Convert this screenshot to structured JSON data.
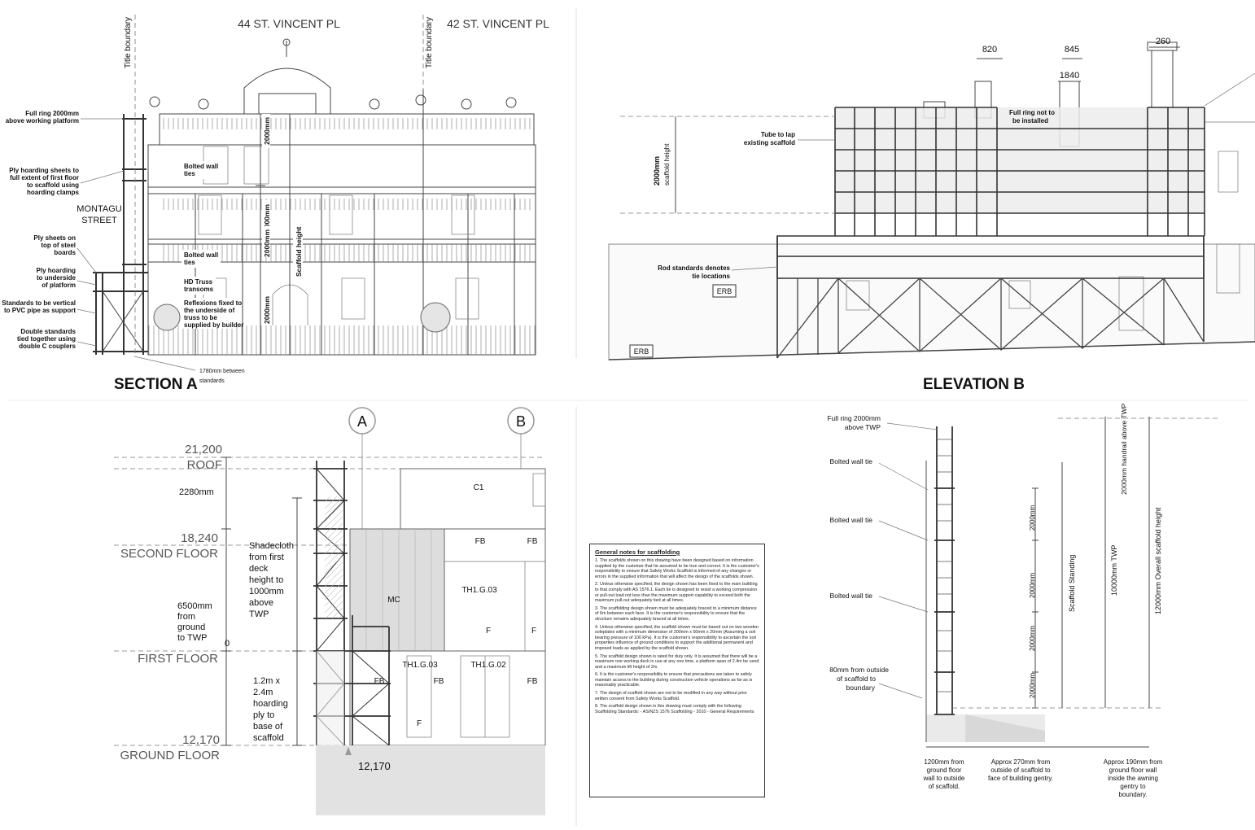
{
  "section_a": {
    "title": "SECTION A",
    "address_left": "44 ST. VINCENT PL",
    "address_right": "42 ST. VINCENT PL",
    "title_boundary": "Title boundary",
    "street": [
      "MONTAGU",
      "STREET"
    ],
    "left_notes": [
      [
        "Full ring 2000mm",
        "above working platform"
      ],
      [
        "Ply hoarding sheets to",
        "full extent of first floor",
        "to scaffold using",
        "hoarding clamps"
      ],
      [
        "Ply sheets on",
        "top of steel",
        "boards"
      ],
      [
        "Ply hoarding",
        "to underside",
        "of platform"
      ],
      [
        "Standards to be vertical",
        "to PVC pipe as support"
      ],
      [
        "Double standards",
        "tied together using",
        "double C couplers"
      ]
    ],
    "inner_notes": [
      [
        "Bolted wall",
        "ties"
      ],
      [
        "Bolted wall",
        "ties"
      ],
      [
        "HD Truss",
        "transoms"
      ],
      [
        "Reflexions fixed to",
        "the underside of",
        "truss to be",
        "supplied by builder"
      ]
    ],
    "bottom_note": [
      "1780mm between",
      "standards"
    ],
    "dims": [
      "2000mm",
      "2000mm",
      "2000mm",
      "2000mm"
    ],
    "vertical_note": "Scaffold height"
  },
  "elevation_b": {
    "title": "ELEVATION B",
    "top_dims": [
      "820",
      "845",
      "1840",
      "260"
    ],
    "notes": [
      [
        "Tube to lap",
        "existing scaffold"
      ],
      [
        "Full ring not to",
        "be installed"
      ],
      [
        "Rod standards denotes",
        "tie locations"
      ]
    ],
    "vertical_dim": [
      "2000mm",
      "scaffold height"
    ],
    "tags": [
      "ERB",
      "ERB"
    ]
  },
  "plan_c": {
    "grid": [
      "A",
      "B"
    ],
    "levels": [
      {
        "value": "21,200",
        "name": "ROOF"
      },
      {
        "value": "18,240",
        "name": "SECOND FLOOR"
      },
      {
        "value": "",
        "name": "FIRST FLOOR"
      },
      {
        "value": "12,170",
        "name": "GROUND FLOOR"
      }
    ],
    "dim_roof": "2280mm",
    "dim_ground": [
      "6500mm",
      "from",
      "ground",
      "to TWP"
    ],
    "shadecloth": [
      "Shadecloth",
      "from first",
      "deck",
      "height to",
      "1000mm",
      "above",
      "TWP"
    ],
    "hoarding": [
      "1.2m x",
      "2.4m",
      "hoarding",
      "ply to",
      "base of",
      "scaffold"
    ],
    "rooms": [
      "C1",
      "FB",
      "FB",
      "TH1.G.03",
      "MC",
      "F",
      "F",
      "TH1.G.03",
      "TH1.G.02",
      "FB",
      "FB",
      "FB",
      "F"
    ],
    "ground_value": "12,170",
    "zero": "0"
  },
  "notes": {
    "heading": "General notes for scaffolding",
    "items": [
      "1. The scaffolds shown on this drawing have been designed based on information supplied by the customer that he assumed to be true and correct. It is the customer's responsibility to ensure that Safety Works Scaffold is informed of any changes or errors in the supplied information that will affect the design of the scaffolds shown.",
      "2. Unless otherwise specified, the design shown has been fixed to the main building to that comply with AS 1576.1. Each tie is designed to resist a working compression or pull-out load not less than the maximum support capability to exceed both the maximum pull-out adequately tied at all times.",
      "3. The scaffolding design shown must be adequately braced to a minimum distance of 6m between each face. It is the customer's responsibility to ensure that the structure remains adequately braced at all times.",
      "4. Unless otherwise specified, the scaffold shown must be based out on two wooden soleplates with a minimum dimension of 200mm x 50mm x 20mm (Assuming a soil bearing pressure of 100 kPa). It is the customer's responsibility to ascertain the soil properties influence of ground conditions to support the additional permanent and imposed loads as applied by the scaffold shown.",
      "5. The scaffold design shown is rated for duty only. It is assumed that there will be a maximum one working deck in use at any one time, a platform span of 2.4m be used and a maximum lift height of 2m.",
      "6. It is the customer's responsibility to ensure that precautions are taken to safely maintain access to the building during construction vehicle operations as far as is reasonably practicable.",
      "7. The design of scaffold shown are not to be modified in any way without prior written consent from Safety Works Scaffold.",
      "8. The scaffold design shown in this drawing must comply with the following Scaffolding Standards: - AS/NZS 1576 Scaffolding - 2010 - General Requirements"
    ]
  },
  "section_d": {
    "labels": [
      [
        "Full ring 2000mm",
        "above TWP"
      ],
      [
        "Bolted wall tie"
      ],
      [
        "Bolted wall tie"
      ],
      [
        "Bolted wall tie"
      ],
      [
        "80mm from outside",
        "of scaffold to",
        "boundary"
      ]
    ],
    "dims": [
      "2000mm",
      "2000mm",
      "2000mm",
      "2000mm"
    ],
    "right_dims": [
      "Scaffold Standing",
      "10000mm TWP",
      "12000mm Overall scaffold height",
      "2000mm handrail above TWP"
    ],
    "bottom": [
      [
        "1200mm from",
        "ground floor",
        "wall to outside",
        "of scaffold."
      ],
      [
        "Approx 270mm from",
        "outside of scaffold to",
        "face of building gentry."
      ],
      [
        "Approx 190mm from",
        "ground floor wall",
        "inside the awning",
        "gentry to",
        "boundary."
      ]
    ]
  }
}
